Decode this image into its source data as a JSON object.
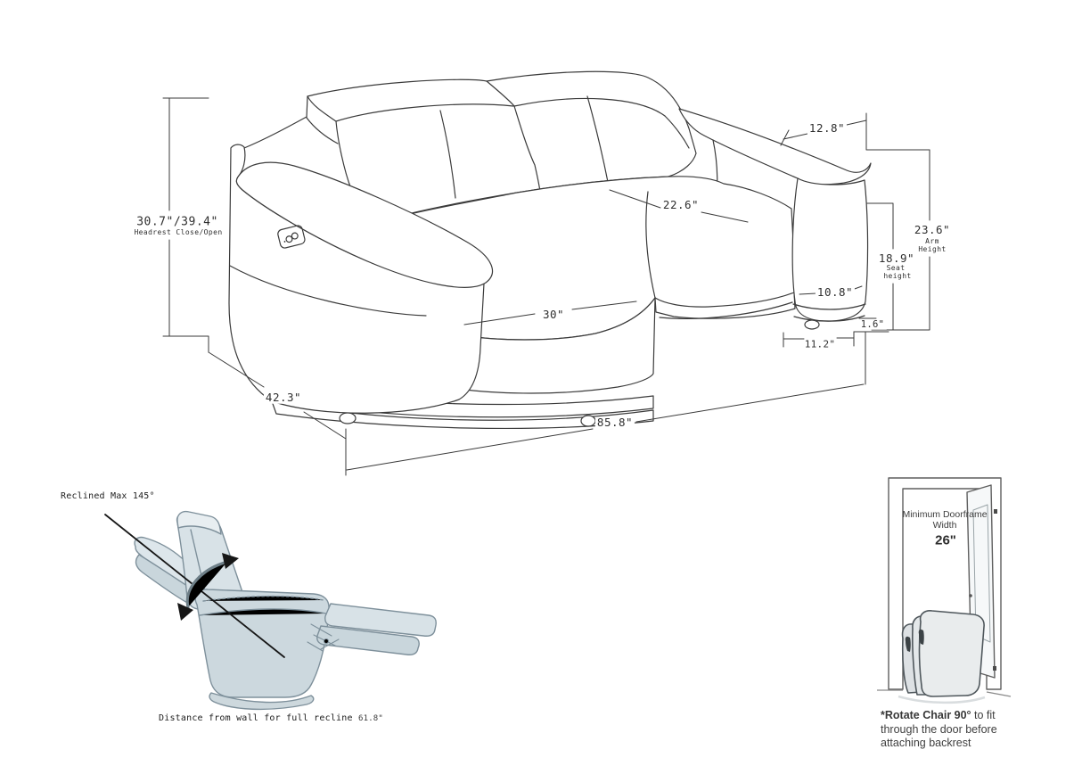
{
  "sofa_diagram": {
    "line_color": "#3b3b3b",
    "dim_headrest": {
      "value": "30.7\"/39.4\"",
      "label": "Headrest Close/Open"
    },
    "dim_arm_top_depth": "12.8\"",
    "dim_seat_depth": "22.6\"",
    "dim_arm_height": {
      "value": "23.6\"",
      "label1": "Arm",
      "label2": "Height"
    },
    "dim_seat_height": {
      "value": "18.9\"",
      "label1": "Seat",
      "label2": "height"
    },
    "dim_seat_back": "10.8\"",
    "dim_seat_width": "30\"",
    "dim_base_clearance": "1.6\"",
    "dim_base_depth": "11.2\"",
    "dim_overall_depth": "42.3\"",
    "dim_overall_width": "85.8\""
  },
  "recliner_diagram": {
    "recline_angle_label": "Reclined Max 145°",
    "wall_distance_label": "Distance from wall for full recline",
    "wall_distance_value": "61.8\"",
    "chair_fill": "#ccd8de",
    "chair_line": "#7e909b"
  },
  "door_diagram": {
    "title_line1": "Minimum Doorframe",
    "title_line2": "Width",
    "width_value": "26\"",
    "note_bold": "*Rotate Chair 90°",
    "note_rest": " to fit through the door before attaching backrest"
  }
}
